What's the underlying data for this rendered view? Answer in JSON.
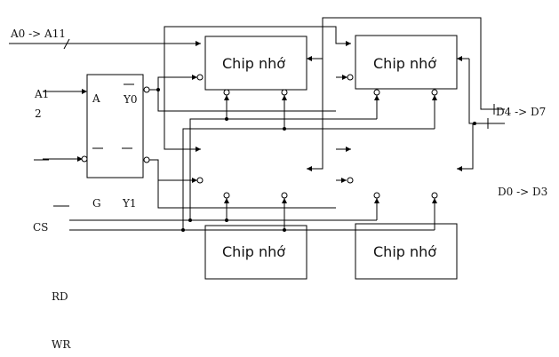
{
  "signals": {
    "address_bus": "A0 -> A11",
    "a_input_line1": "A1",
    "a_input_line2": "2",
    "cs": "CS",
    "rd": "RD",
    "wr": "WR",
    "data_high": "D4 -> D7",
    "data_low": "D0 -> D3"
  },
  "decoder": {
    "pin_a": "A",
    "pin_y0": "Y0",
    "pin_g": "G",
    "pin_y1": "Y1"
  },
  "chips": [
    {
      "label": "Chip nhớ"
    },
    {
      "label": "Chip nhớ"
    },
    {
      "label": "Chip nhớ"
    },
    {
      "label": "Chip nhớ"
    }
  ]
}
